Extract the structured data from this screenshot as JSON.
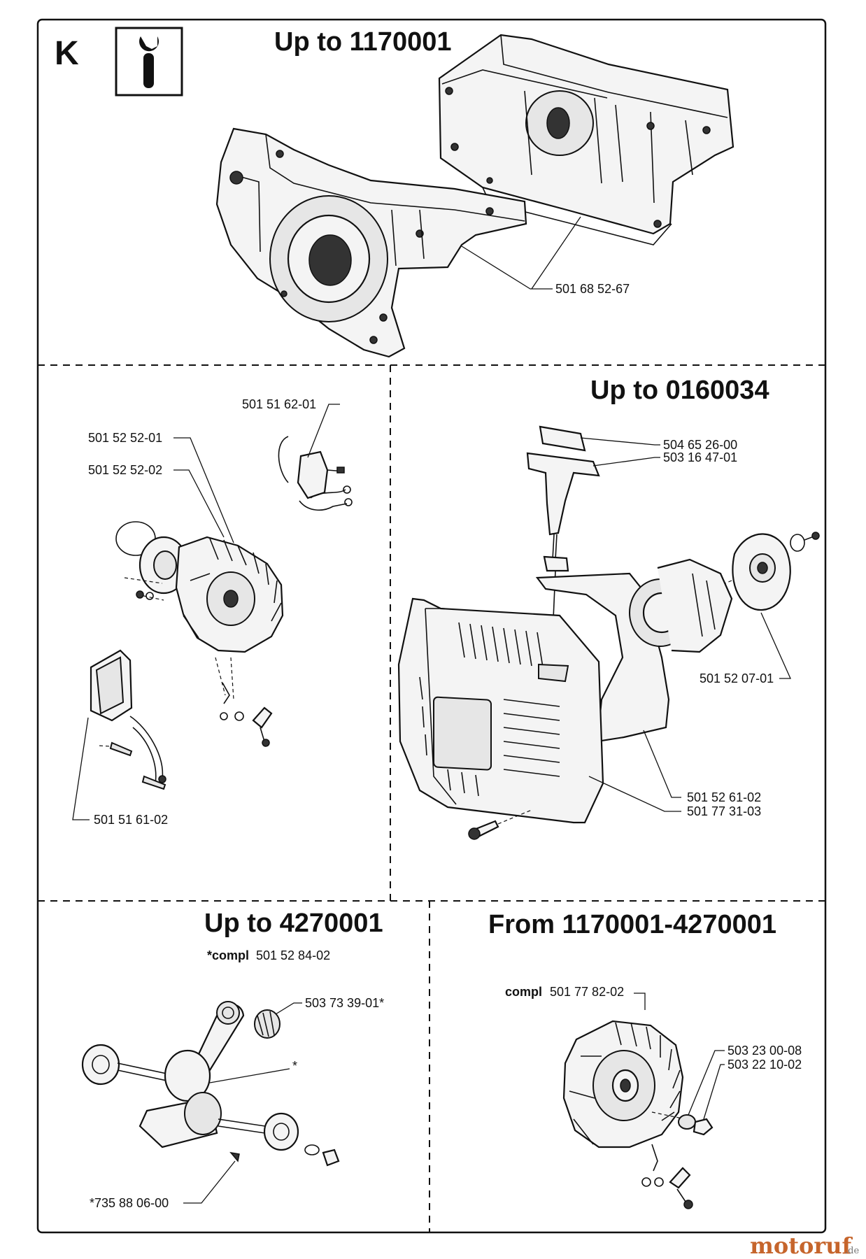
{
  "page": {
    "section_letter": "K",
    "section_icon": "wrench-icon"
  },
  "panels": {
    "crankcase": {
      "title": "Up to 1170001",
      "part_numbers": [
        "501 68 52-67"
      ]
    },
    "ignition": {
      "part_numbers": [
        "501 51 62-01",
        "501 52 52-01",
        "501 52 52-02",
        "501 51 61-02"
      ]
    },
    "starter": {
      "title": "Up to 0160034",
      "part_numbers": [
        "504 65 26-00",
        "503 16 47-01",
        "501 52 07-01",
        "501 52 61-02",
        "501 77 31-03"
      ]
    },
    "crankshaft": {
      "title": "Up to 4270001",
      "compl_prefix": "*compl",
      "compl_number": "501 52 84-02",
      "part_numbers": [
        "503 73 39-01*",
        "*",
        "*735 88 06-00"
      ]
    },
    "flywheel": {
      "title": "From 1170001-4270001",
      "compl_prefix": "compl",
      "compl_number": "501 77 82-02",
      "part_numbers": [
        "503 23 00-08",
        "503 22 10-02"
      ]
    }
  },
  "watermark": {
    "brand": "motoruf",
    "suffix": ".de"
  },
  "colors": {
    "line": "#111111",
    "watermark": "#c6652c"
  }
}
